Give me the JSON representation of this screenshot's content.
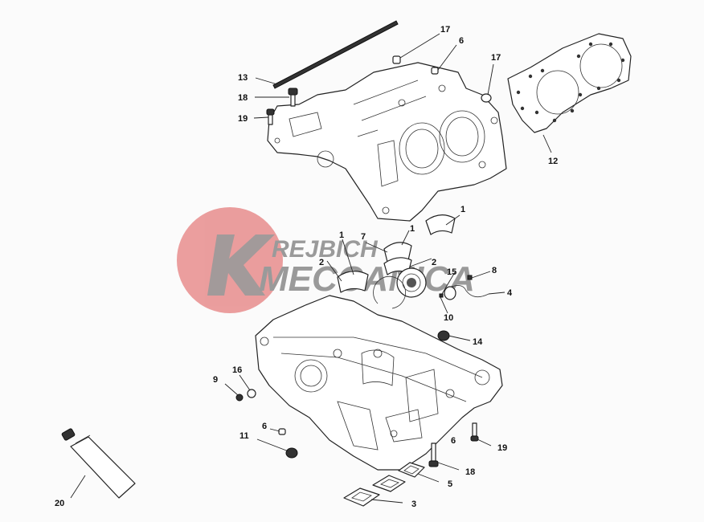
{
  "callouts": {
    "c1a": "1",
    "c1b": "1",
    "c1c": "1",
    "c2a": "2",
    "c2b": "2",
    "c3": "3",
    "c4": "4",
    "c5": "5",
    "c6a": "6",
    "c6b": "6",
    "c6c": "6",
    "c7": "7",
    "c8": "8",
    "c9": "9",
    "c10": "10",
    "c11": "11",
    "c12": "12",
    "c13": "13",
    "c14": "14",
    "c15": "15",
    "c16": "16",
    "c17a": "17",
    "c17b": "17",
    "c18a": "18",
    "c18b": "18",
    "c19a": "19",
    "c19b": "19",
    "c20": "20"
  },
  "watermark": {
    "line1": "REJBICH",
    "line2": "MECCANICA",
    "circle_color": "#e88d8d",
    "text_color": "#8a8a8a"
  }
}
